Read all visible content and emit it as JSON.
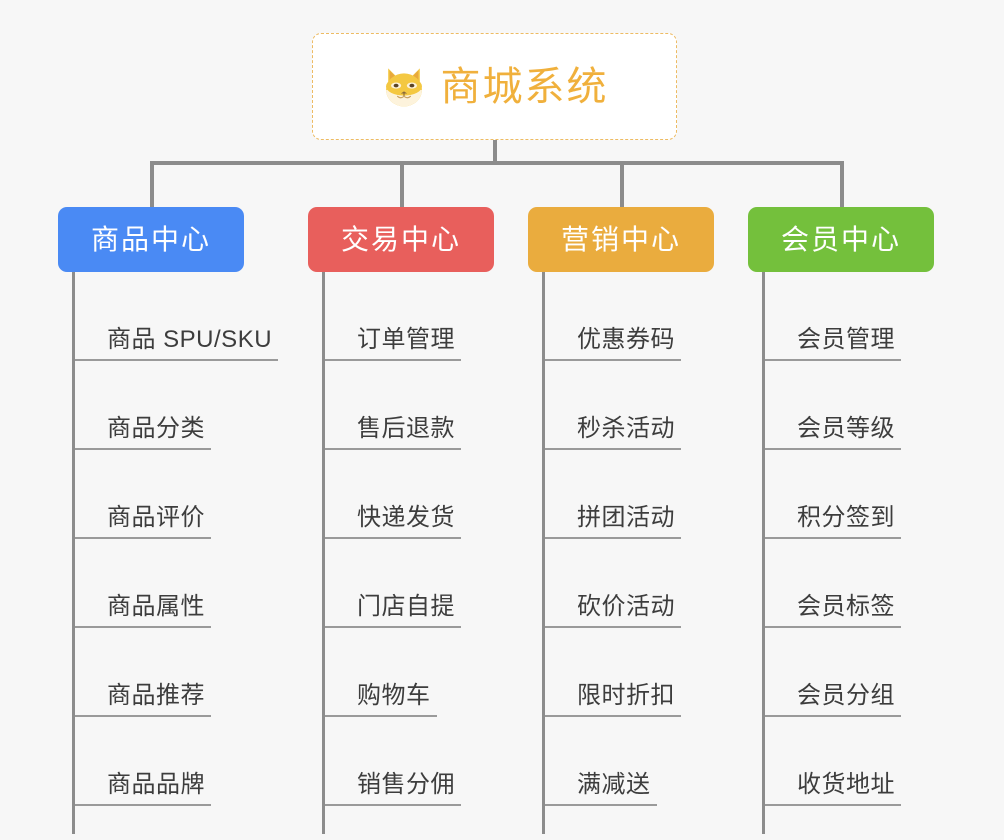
{
  "diagram": {
    "title": "商城系统",
    "type": "mind-map",
    "background_color": "#f7f7f7",
    "root": {
      "label": "商城系统",
      "icon": "shiba-dog-icon",
      "text_color": "#f0b03c",
      "border_color": "#edbb63",
      "background_color": "#ffffff"
    },
    "connector_color": "#8c8c8c",
    "branches": [
      {
        "label": "商品中心",
        "color": "#4a8af4",
        "items": [
          "商品 SPU/SKU",
          "商品分类",
          "商品评价",
          "商品属性",
          "商品推荐",
          "商品品牌"
        ]
      },
      {
        "label": "交易中心",
        "color": "#e85f5c",
        "items": [
          "订单管理",
          "售后退款",
          "快递发货",
          "门店自提",
          "购物车",
          "销售分佣"
        ]
      },
      {
        "label": "营销中心",
        "color": "#eaac3e",
        "items": [
          "优惠券码",
          "秒杀活动",
          "拼团活动",
          "砍价活动",
          "限时折扣",
          "满减送"
        ]
      },
      {
        "label": "会员中心",
        "color": "#74c03c",
        "items": [
          "会员管理",
          "会员等级",
          "积分签到",
          "会员标签",
          "会员分组",
          "收货地址"
        ]
      }
    ]
  }
}
